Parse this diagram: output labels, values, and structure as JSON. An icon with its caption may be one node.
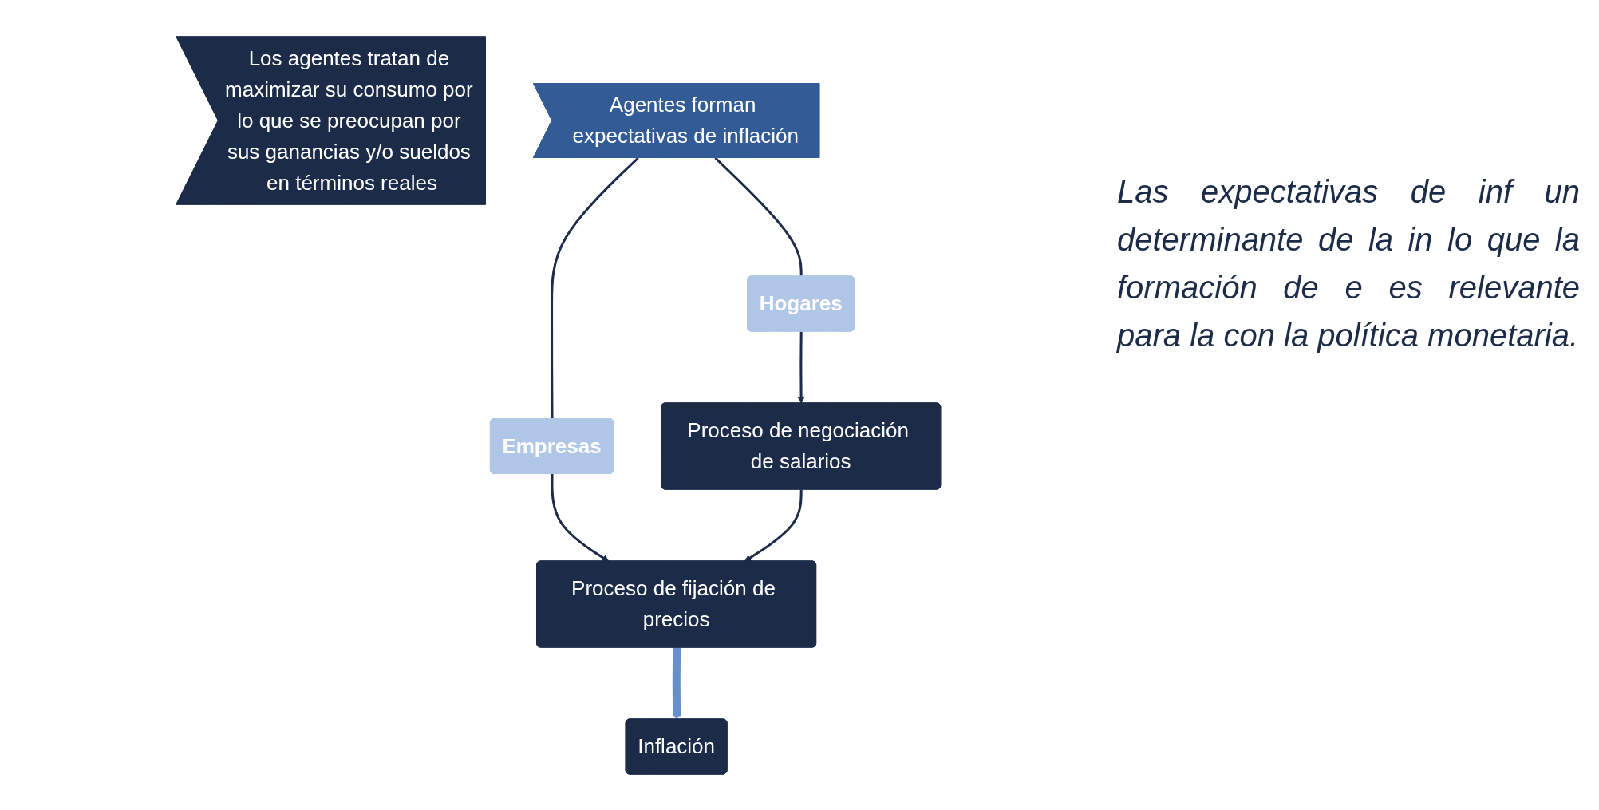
{
  "diagram": {
    "nodes": [
      {
        "text": [
          "Los agentes tratan de maximizar su consumo por lo que se preocupan por sus ganancias y/o sueldos en términos reales"
        ]
      },
      {
        "text": [
          "Agentes forman expectativas de inflación"
        ]
      },
      {
        "text": [
          "Hogares"
        ]
      },
      {
        "text": [
          "Empresas"
        ]
      },
      {
        "text": [
          "Proceso de negociación de salarios"
        ]
      },
      {
        "text": [
          "Proceso de fijación de precios"
        ]
      },
      {
        "text": [
          "Inflación"
        ]
      }
    ],
    "edges": [
      {
        "from": 1,
        "to": 2,
        "arrow": "none"
      },
      {
        "from": 2,
        "to": 4,
        "arrow": "to"
      },
      {
        "from": 1,
        "to": 3,
        "arrow": "none"
      },
      {
        "from": 3,
        "to": 5,
        "arrow": "to"
      },
      {
        "from": 4,
        "to": 5,
        "arrow": "to"
      },
      {
        "from": 5,
        "to": 6,
        "arrow": "to",
        "style": "thick",
        "color": "#6590c9"
      }
    ],
    "labels": [
      "Las expectativas de inf un determinante de la in lo que la formación de e es relevante para la con la política monetaria."
    ]
  }
}
